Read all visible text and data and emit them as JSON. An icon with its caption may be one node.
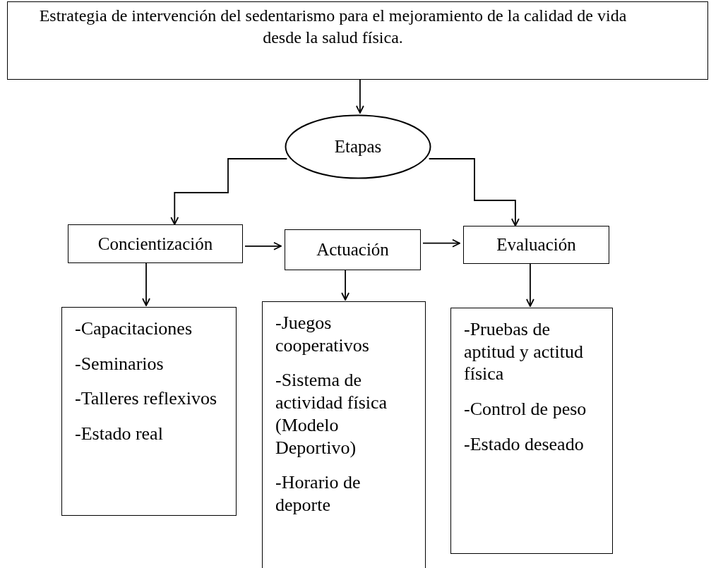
{
  "diagram": {
    "nodes": [
      {
        "text": [
          "Estrategia de intervención del sedentarismo para el mejoramiento de la calidad de vida desde la salud física."
        ]
      },
      {
        "text": [
          "Etapas"
        ]
      },
      {
        "text": [
          "Concientización"
        ]
      },
      {
        "text": [
          "Actuación"
        ]
      },
      {
        "text": [
          "Evaluación"
        ]
      },
      {
        "text": [
          "-Capacitaciones",
          "-Seminarios",
          "-Talleres reflexivos",
          "-Estado real"
        ]
      },
      {
        "text": [
          "-Juegos cooperativos",
          "-Sistema de actividad física (Modelo Deportivo)",
          "-Horario de deporte"
        ]
      },
      {
        "text": [
          "-Pruebas de aptitud y actitud física",
          "-Control de peso",
          "-Estado deseado"
        ]
      }
    ],
    "edges": [
      {
        "from": 0,
        "to": 1,
        "arrow": "to"
      },
      {
        "from": 1,
        "to": 2,
        "arrow": "to"
      },
      {
        "from": 1,
        "to": 4,
        "arrow": "to"
      },
      {
        "from": 2,
        "to": 3,
        "arrow": "to"
      },
      {
        "from": 3,
        "to": 4,
        "arrow": "to"
      },
      {
        "from": 2,
        "to": 5,
        "arrow": "to"
      },
      {
        "from": 3,
        "to": 6,
        "arrow": "to"
      },
      {
        "from": 4,
        "to": 7,
        "arrow": "to"
      }
    ]
  }
}
